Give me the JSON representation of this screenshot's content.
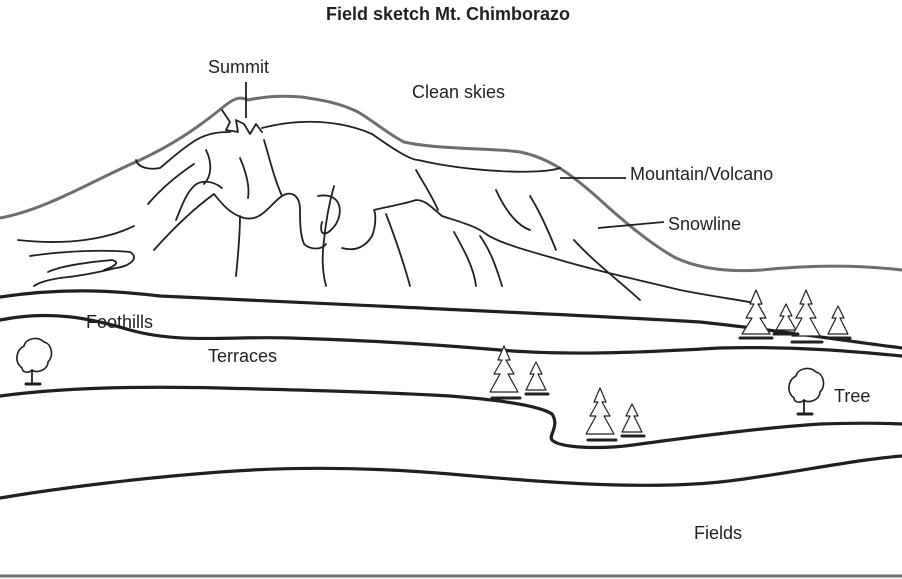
{
  "title": "Field sketch Mt. Chimborazo",
  "labels": {
    "summit": "Summit",
    "clean_skies": "Clean skies",
    "mountain": "Mountain/Volcano",
    "snowline": "Snowline",
    "foothills": "Foothills",
    "terraces": "Terraces",
    "tree": "Tree",
    "fields": "Fields"
  },
  "colors": {
    "ink": "#231f20",
    "ridge_grey": "#6d6e71",
    "background": "#ffffff"
  }
}
